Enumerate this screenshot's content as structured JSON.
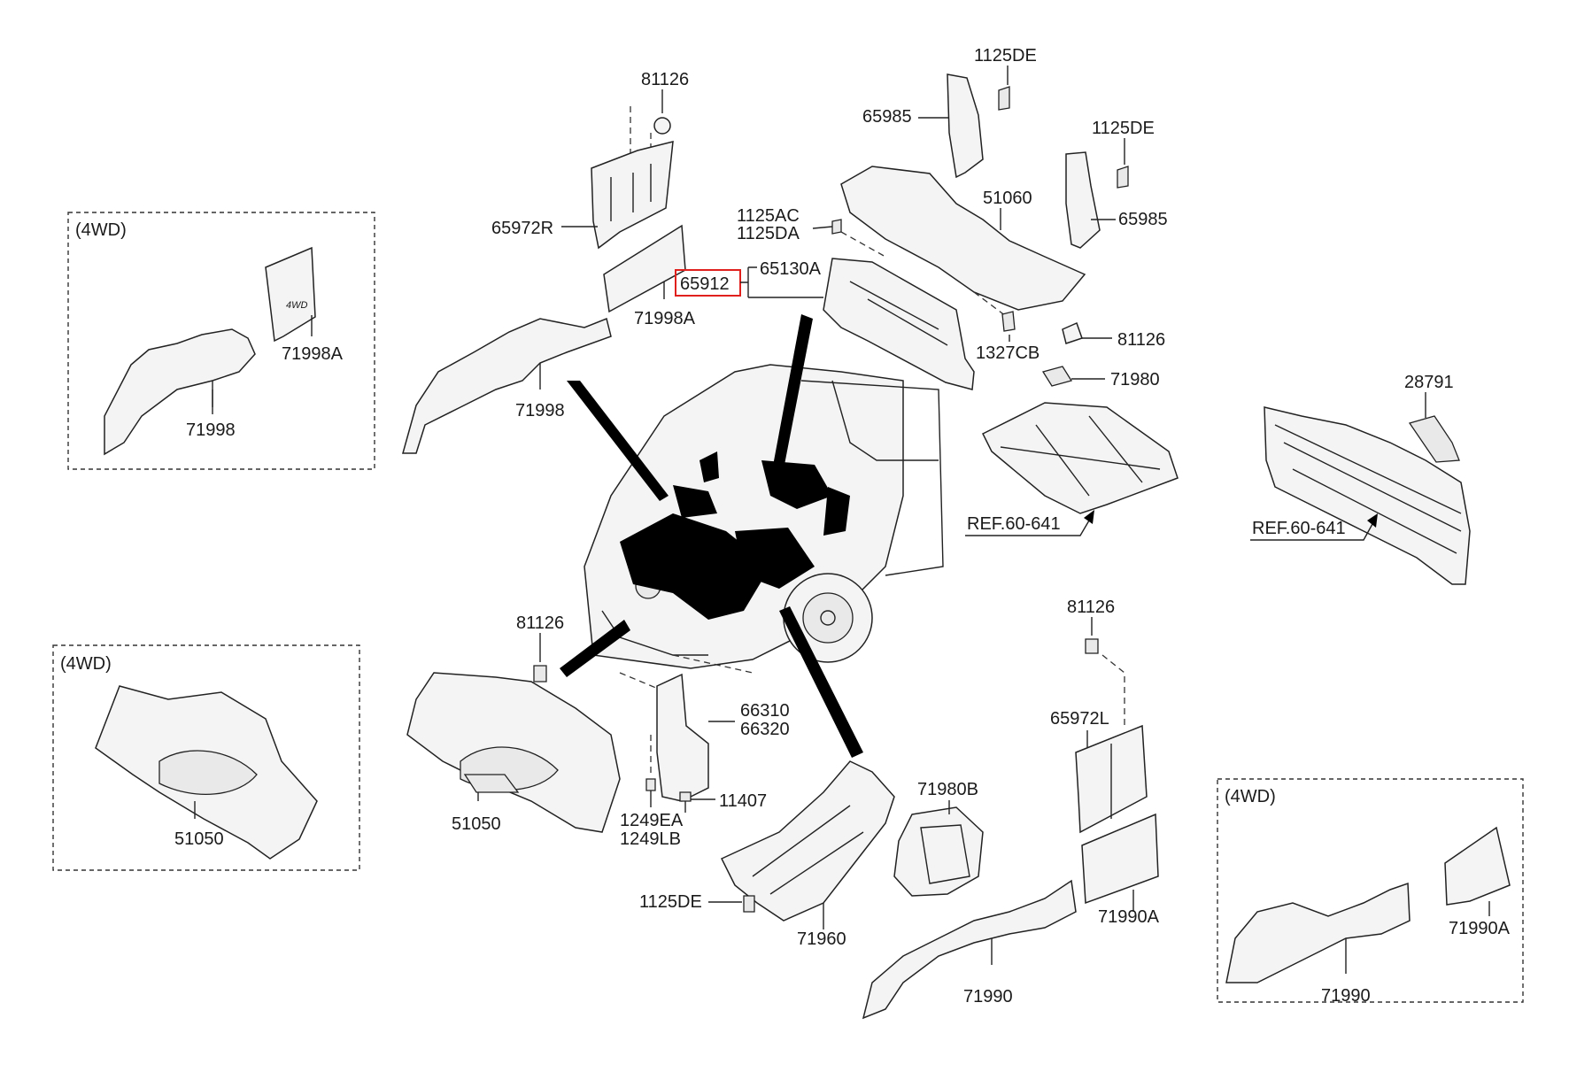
{
  "boxes": {
    "tag_4wd": "(4WD)"
  },
  "highlight_color": "#e0201c",
  "labels": {
    "p81126_a": "81126",
    "p65972R": "65972R",
    "p71998A_main": "71998A",
    "p71998_main": "71998",
    "p71998A_box": "71998A",
    "p71998_box": "71998",
    "p1125DE_a": "1125DE",
    "p65985_a": "65985",
    "p1125DE_b": "1125DE",
    "p65985_b": "65985",
    "p51060": "51060",
    "p1125AC": "1125AC",
    "p1125DA": "1125DA",
    "p65912": "65912",
    "p65130A": "65130A",
    "p1327CB": "1327CB",
    "p81126_b": "81126",
    "p71980": "71980",
    "p28791": "28791",
    "ref_a": "REF.60-641",
    "ref_b": "REF.60-641",
    "p81126_c": "81126",
    "p66310": "66310",
    "p66320": "66320",
    "p11407": "11407",
    "p1249EA": "1249EA",
    "p1249LB": "1249LB",
    "p51050_main": "51050",
    "p51050_box": "51050",
    "p71980B": "71980B",
    "p1125DE_c": "1125DE",
    "p71960": "71960",
    "p81126_d": "81126",
    "p65972L": "65972L",
    "p71990A_main": "71990A",
    "p71990_main": "71990",
    "p71990_box": "71990",
    "p71990A_box": "71990A"
  }
}
